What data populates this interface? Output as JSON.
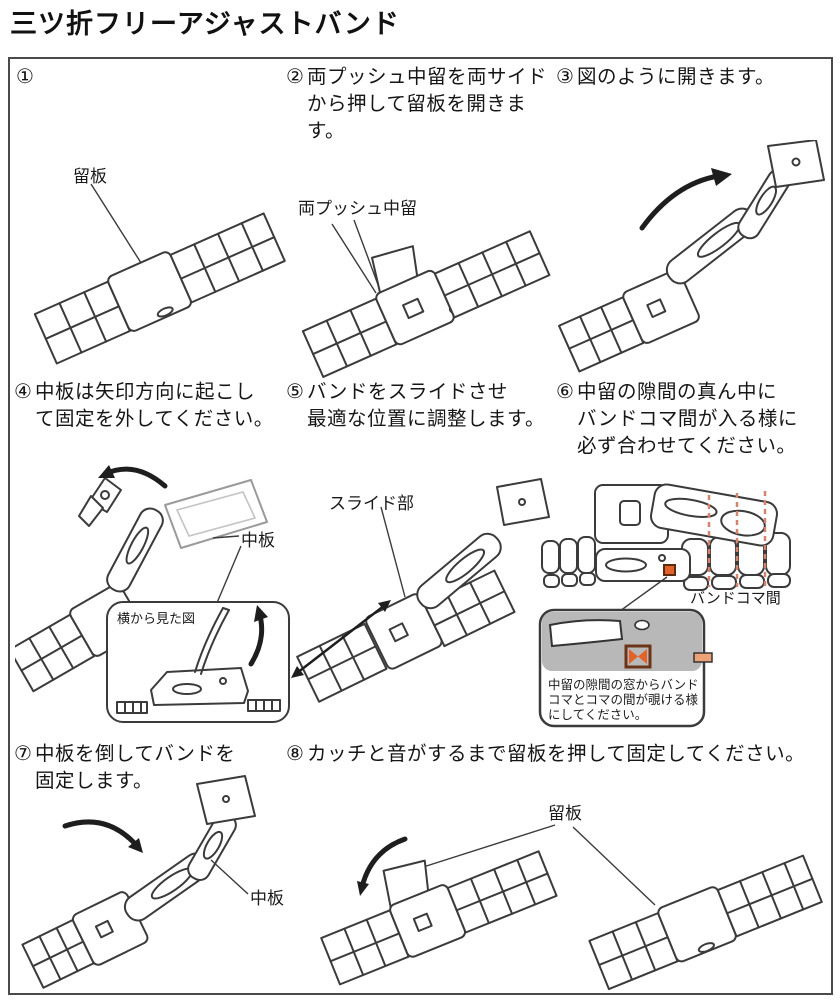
{
  "title": "三ツ折フリーアジャストバンド",
  "colors": {
    "line": "#3b3b3b",
    "accent_orange": "#e2622a",
    "dashed_orange": "#d4846a",
    "inset_gray": "#b8b8b8"
  },
  "steps": {
    "s1": {
      "num": "①",
      "text": ""
    },
    "s2": {
      "num": "②",
      "text": "両プッシュ中留を両サイド\nから押して留板を開きま\nす。"
    },
    "s3": {
      "num": "③",
      "text": "図のように開きます。"
    },
    "s4": {
      "num": "④",
      "text": "中板は矢印方向に起こし\nて固定を外してください。"
    },
    "s5": {
      "num": "⑤",
      "text": "バンドをスライドさせ\n最適な位置に調整します。"
    },
    "s6": {
      "num": "⑥",
      "text": "中留の隙間の真ん中に\nバンドコマ間が入る様に\n必ず合わせてください。"
    },
    "s7": {
      "num": "⑦",
      "text": "中板を倒してバンドを\n固定します。"
    },
    "s8": {
      "num": "⑧",
      "text": "カッチと音がするまで留板を押して固定してください。"
    }
  },
  "labels": {
    "tomeita": "留板",
    "ryo_push_nakadome": "両プッシュ中留",
    "nakaita": "中板",
    "side_view": "横から見た図",
    "slide_part": "スライド部",
    "band_koma_kan": "バンドコマ間",
    "inset_note_1": "中留の隙間の窓からバンド",
    "inset_note_2": "コマとコマの間が覗ける様",
    "inset_note_3": "にしてください。"
  }
}
